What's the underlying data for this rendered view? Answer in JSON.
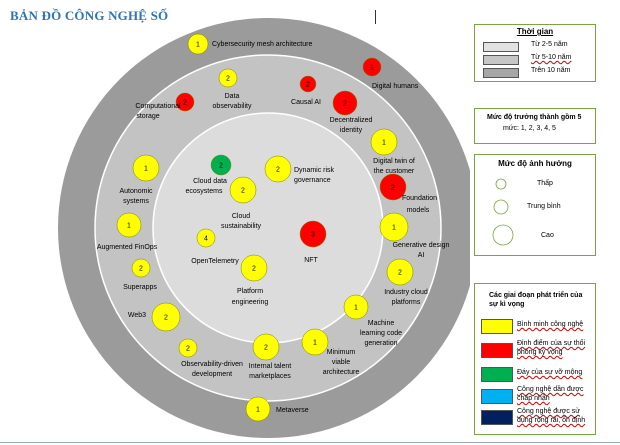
{
  "title": "BẢN ĐỒ CÔNG NGHỆ SỐ",
  "colors": {
    "ring_outer": "#9b9b9b",
    "ring_middle": "#c3c3c3",
    "ring_inner": "#dcdcdc",
    "yellow": "#ffff00",
    "red": "#ff0000",
    "green": "#00b050",
    "blue": "#00b0f0",
    "navy": "#002060"
  },
  "legend_time": {
    "title": "Thời gian",
    "items": [
      {
        "label": "Từ 2-5 năm",
        "color": "#e2e2e2"
      },
      {
        "label": "Từ 5-10 năm",
        "color": "#c6c6c6"
      },
      {
        "label": "Trên 10 năm",
        "color": "#a6a6a6"
      }
    ]
  },
  "legend_maturity": {
    "line1": "Mức độ trưởng thành gồm 5",
    "line2": "mức: 1, 2, 3, 4, 5"
  },
  "legend_impact": {
    "title": "Mức độ ảnh hưởng",
    "items": [
      "Thấp",
      "Trung bình",
      "Cao"
    ]
  },
  "legend_stage": {
    "title_line1": "Các giai đoạn phát triển của",
    "title_line2": "sự kì vọng",
    "items": [
      {
        "line1": "Bình minh công nghệ",
        "line2": "",
        "color": "#ffff00"
      },
      {
        "line1": "Đỉnh điểm của sự thổi",
        "line2": "phồng kỳ vọng",
        "color": "#ff0000"
      },
      {
        "line1": "Đáy của sự vỡ mộng",
        "line2": "",
        "color": "#00b050"
      },
      {
        "line1": "Công nghệ dần được",
        "line2": "chấp nhận",
        "color": "#00b0f0"
      },
      {
        "line1": "Công nghệ được sử",
        "line2": "dụng rộng rãi, ổn định",
        "color": "#002060"
      }
    ]
  },
  "technologies": [
    {
      "name": "Cybersecurity mesh architecture",
      "level": "1",
      "stage": "yellow"
    },
    {
      "name": "Digital humans",
      "level": "1",
      "stage": "red"
    },
    {
      "name": "Data observability",
      "level": "2",
      "stage": "yellow"
    },
    {
      "name": "Causal AI",
      "level": "2",
      "stage": "red"
    },
    {
      "name": "Computational storage",
      "level": "2",
      "stage": "red"
    },
    {
      "name": "Decentralized identity",
      "level": "2",
      "stage": "red"
    },
    {
      "name": "Digital twin of the customer",
      "level": "1",
      "stage": "yellow"
    },
    {
      "name": "Autonomic systems",
      "level": "1",
      "stage": "yellow"
    },
    {
      "name": "Cloud data ecosystems",
      "level": "2",
      "stage": "green"
    },
    {
      "name": "Dynamic risk governance",
      "level": "2",
      "stage": "yellow"
    },
    {
      "name": "Cloud sustainability",
      "level": "2",
      "stage": "yellow"
    },
    {
      "name": "Foundation models",
      "level": "2",
      "stage": "red"
    },
    {
      "name": "Augmented FinOps",
      "level": "1",
      "stage": "yellow"
    },
    {
      "name": "OpenTelemetry",
      "level": "4",
      "stage": "yellow"
    },
    {
      "name": "NFT",
      "level": "3",
      "stage": "red"
    },
    {
      "name": "Generative design AI",
      "level": "1",
      "stage": "yellow"
    },
    {
      "name": "Superapps",
      "level": "2",
      "stage": "yellow"
    },
    {
      "name": "Platform engineering",
      "level": "2",
      "stage": "yellow"
    },
    {
      "name": "Industry cloud platforms",
      "level": "2",
      "stage": "yellow"
    },
    {
      "name": "Web3",
      "level": "2",
      "stage": "yellow"
    },
    {
      "name": "Machine learning code generation",
      "level": "1",
      "stage": "yellow"
    },
    {
      "name": "Observability-driven development",
      "level": "2",
      "stage": "yellow"
    },
    {
      "name": "Internal talent marketplaces",
      "level": "2",
      "stage": "yellow"
    },
    {
      "name": "Minimum viable architecture",
      "level": "1",
      "stage": "yellow"
    },
    {
      "name": "Metaverse",
      "level": "1",
      "stage": "yellow"
    }
  ]
}
